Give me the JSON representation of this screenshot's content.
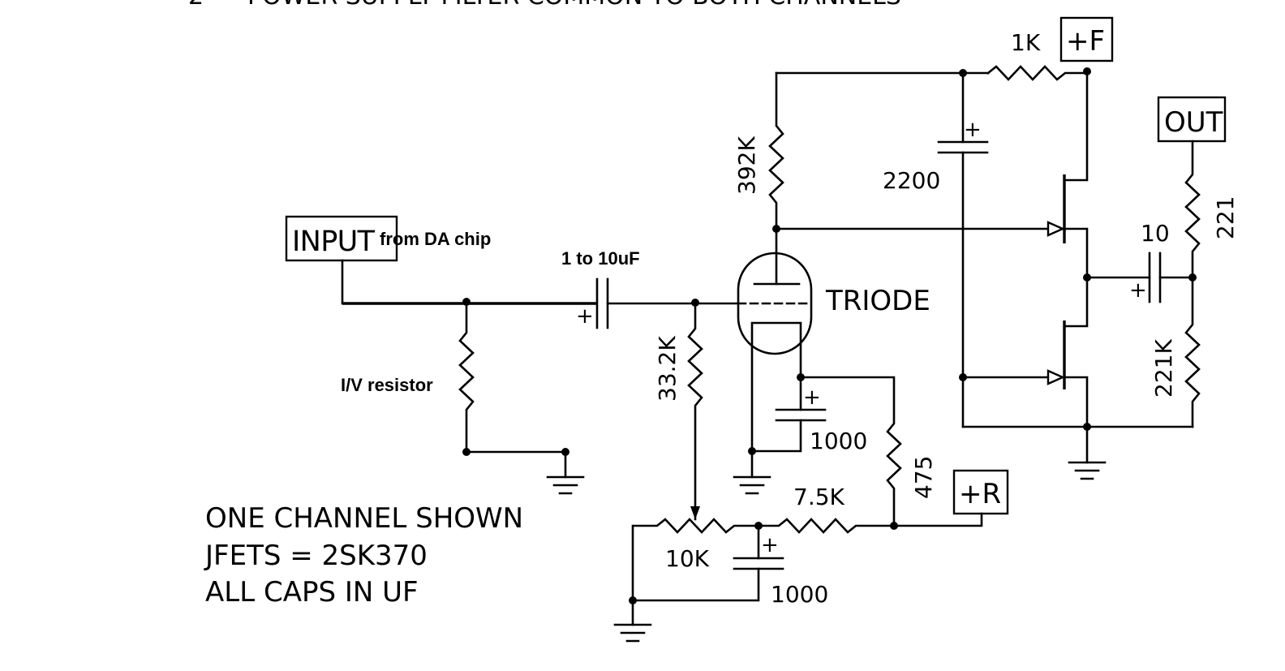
{
  "header": {
    "partial_text": "POWER SUPPLY FILTER COMMON TO BOTH CHANNELS"
  },
  "terminals": {
    "input": "INPUT",
    "plus_f": "+F",
    "out": "OUT",
    "plus_r": "+R"
  },
  "annotations": {
    "from_da_chip": "from DA chip",
    "coupling_cap": "1 to 10uF",
    "iv_resistor": "I/V resistor",
    "triode": "TRIODE"
  },
  "components": {
    "r_1k": "1K",
    "r_392k": "392K",
    "c_2200": "2200",
    "r_221": "221",
    "c_10": "10",
    "r_221k": "221K",
    "r_33k2": "33.2K",
    "c_cathode": "1000",
    "r_475": "475",
    "r_7k5": "7.5K",
    "pot_10k": "10K",
    "c_bottom": "1000"
  },
  "polarity_mark": "+",
  "notes": [
    "ONE CHANNEL SHOWN",
    "JFETS = 2SK370",
    "ALL CAPS IN UF"
  ]
}
